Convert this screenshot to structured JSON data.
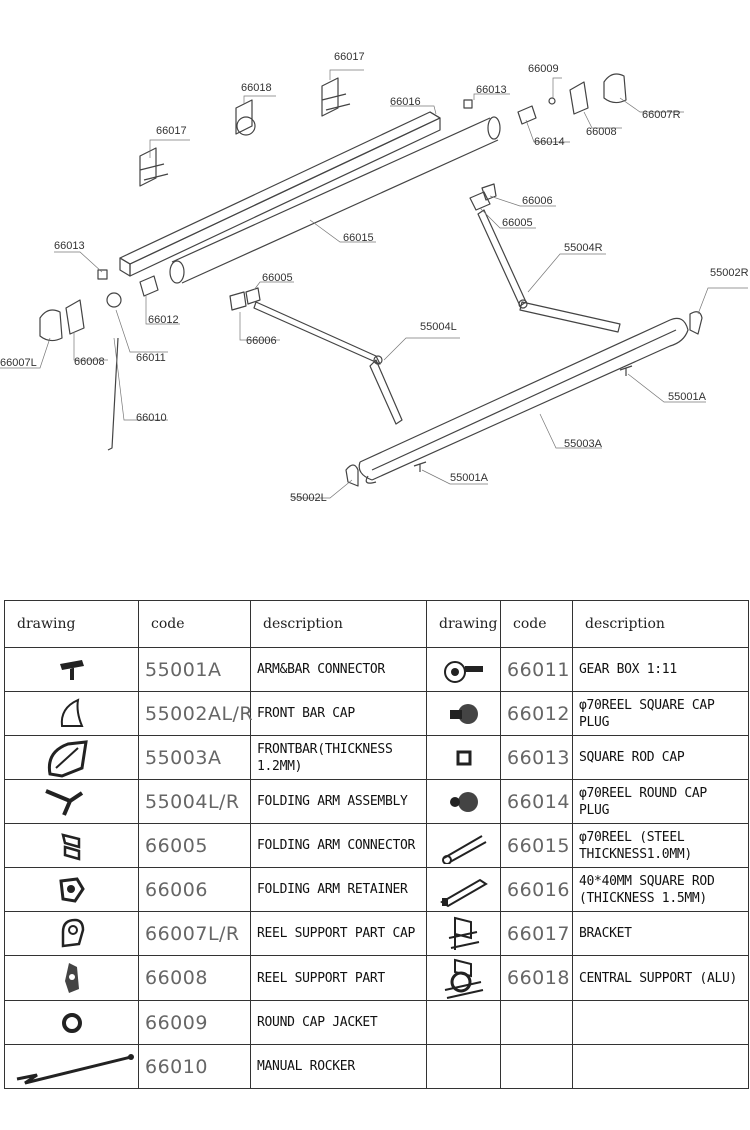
{
  "diagram": {
    "labels": {
      "66017_top": "66017",
      "66018": "66018",
      "66016": "66016",
      "66013_top": "66013",
      "66009": "66009",
      "66008_top": "66008",
      "66007R": "66007R",
      "66014": "66014",
      "66017_left": "66017",
      "66006_right": "66006",
      "66005_right": "66005",
      "55004R": "55004R",
      "66015": "66015",
      "66013_left": "66013",
      "55002R": "55002R",
      "66005_left": "66005",
      "66012": "66012",
      "55004L": "55004L",
      "66006_left": "66006",
      "66007L": "66007L",
      "66008_left": "66008",
      "66011": "66011",
      "55001A_right": "55001A",
      "55003A": "55003A",
      "66010": "66010",
      "55001A_bottom": "55001A",
      "55002L": "55002L"
    }
  },
  "table": {
    "headers": {
      "drawing_left": "drawing",
      "code_left": "code",
      "description_left": "description",
      "drawing_right": "drawing",
      "code_right": "code",
      "description_right": "description"
    },
    "rows": [
      {
        "left": {
          "icon": "arm-bar-connector-icon",
          "code": "55001A",
          "description": "ARM&BAR CONNECTOR"
        },
        "right": {
          "icon": "gear-box-icon",
          "code": "66011",
          "description": "GEAR BOX 1:11"
        }
      },
      {
        "left": {
          "icon": "front-bar-cap-icon",
          "code": "55002AL/R",
          "description": "FRONT BAR CAP"
        },
        "right": {
          "icon": "reel-square-cap-plug-icon",
          "code": "66012",
          "description": "φ70REEL SQUARE CAP PLUG"
        }
      },
      {
        "left": {
          "icon": "front-bar-icon",
          "code": "55003A",
          "description": "FRONTBAR(THICKNESS 1.2MM)"
        },
        "right": {
          "icon": "square-rod-cap-icon",
          "code": "66013",
          "description": "SQUARE ROD CAP"
        }
      },
      {
        "left": {
          "icon": "folding-arm-assembly-icon",
          "code": "55004L/R",
          "description": "FOLDING ARM ASSEMBLY"
        },
        "right": {
          "icon": "reel-round-cap-plug-icon",
          "code": "66014",
          "description": "φ70REEL ROUND CAP PLUG"
        }
      },
      {
        "left": {
          "icon": "folding-arm-connector-icon",
          "code": "66005",
          "description": "FOLDING ARM CONNECTOR"
        },
        "right": {
          "icon": "reel-tube-icon",
          "code": "66015",
          "description": "φ70REEL (STEEL THICKNESS1.0MM)"
        }
      },
      {
        "left": {
          "icon": "folding-arm-retainer-icon",
          "code": "66006",
          "description": "FOLDING ARM RETAINER"
        },
        "right": {
          "icon": "square-rod-icon",
          "code": "66016",
          "description": "40*40MM SQUARE ROD (THICKNESS 1.5MM)"
        }
      },
      {
        "left": {
          "icon": "reel-support-cap-icon",
          "code": "66007L/R",
          "description": "REEL SUPPORT PART CAP"
        },
        "right": {
          "icon": "bracket-icon",
          "code": "66017",
          "description": "BRACKET"
        }
      },
      {
        "left": {
          "icon": "reel-support-part-icon",
          "code": "66008",
          "description": "REEL SUPPORT PART"
        },
        "right": {
          "icon": "central-support-icon",
          "code": "66018",
          "description": "CENTRAL SUPPORT (ALU)"
        }
      },
      {
        "left": {
          "icon": "round-cap-jacket-icon",
          "code": "66009",
          "description": "ROUND CAP JACKET"
        },
        "right": {
          "icon": "",
          "code": "",
          "description": ""
        }
      },
      {
        "left": {
          "icon": "manual-rocker-icon",
          "code": "66010",
          "description": "MANUAL ROCKER"
        },
        "right": {
          "icon": "",
          "code": "",
          "description": ""
        }
      }
    ]
  }
}
